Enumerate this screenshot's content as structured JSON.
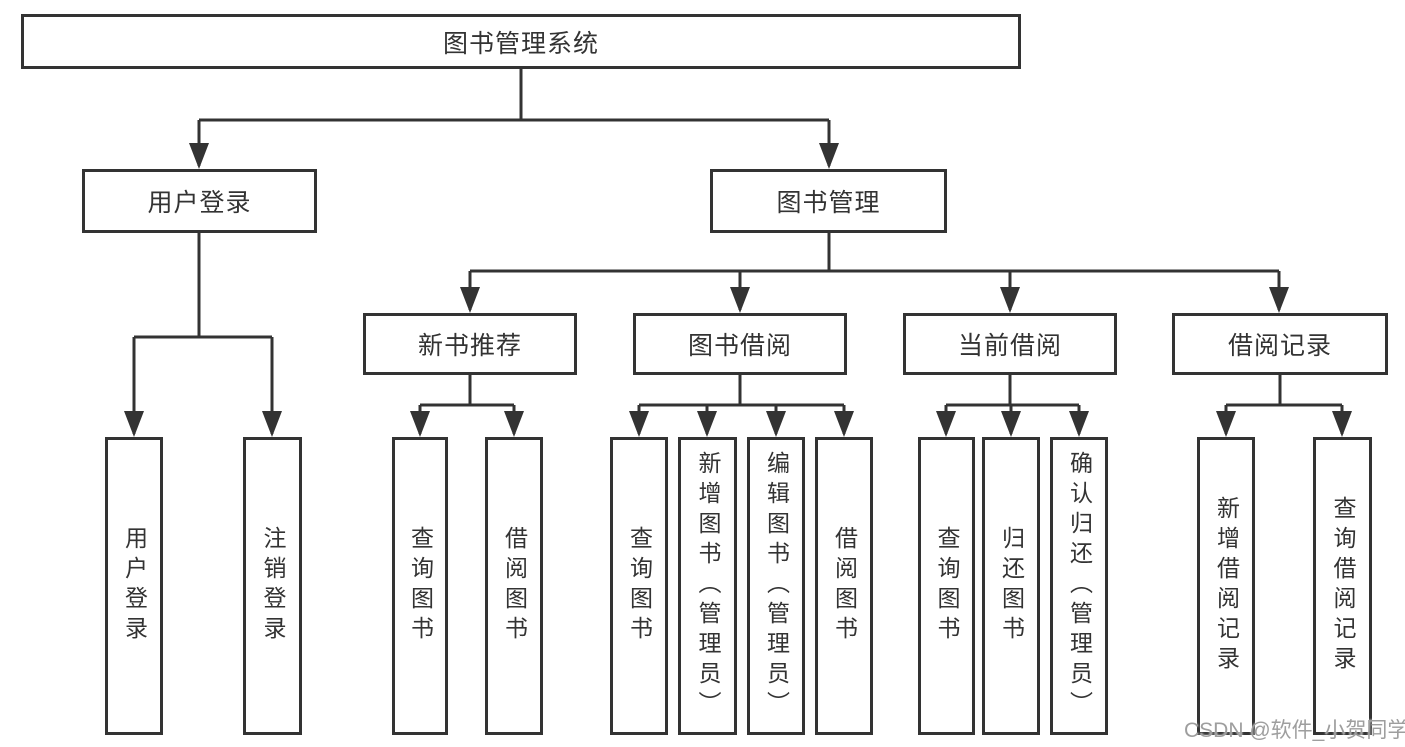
{
  "diagram": {
    "root": {
      "label": "图书管理系统"
    },
    "branches": [
      {
        "label": "用户登录",
        "children": [
          "用户登录",
          "注销登录"
        ]
      },
      {
        "label": "图书管理",
        "groups": [
          {
            "label": "新书推荐",
            "children": [
              "查询图书",
              "借阅图书"
            ]
          },
          {
            "label": "图书借阅",
            "children": [
              "查询图书",
              "新增图书（管理员）",
              "编辑图书（管理员）",
              "借阅图书"
            ]
          },
          {
            "label": "当前借阅",
            "children": [
              "查询图书",
              "归还图书",
              "确认归还（管理员）"
            ]
          },
          {
            "label": "借阅记录",
            "children": [
              "新增借阅记录",
              "查询借阅记录"
            ]
          }
        ]
      }
    ]
  },
  "watermark": "CSDN @软件_小贺同学",
  "colors": {
    "line": "#333333",
    "box_fill": "#ffffff",
    "watermark": "#9e9e9e",
    "page_bg": "#ffffff"
  }
}
